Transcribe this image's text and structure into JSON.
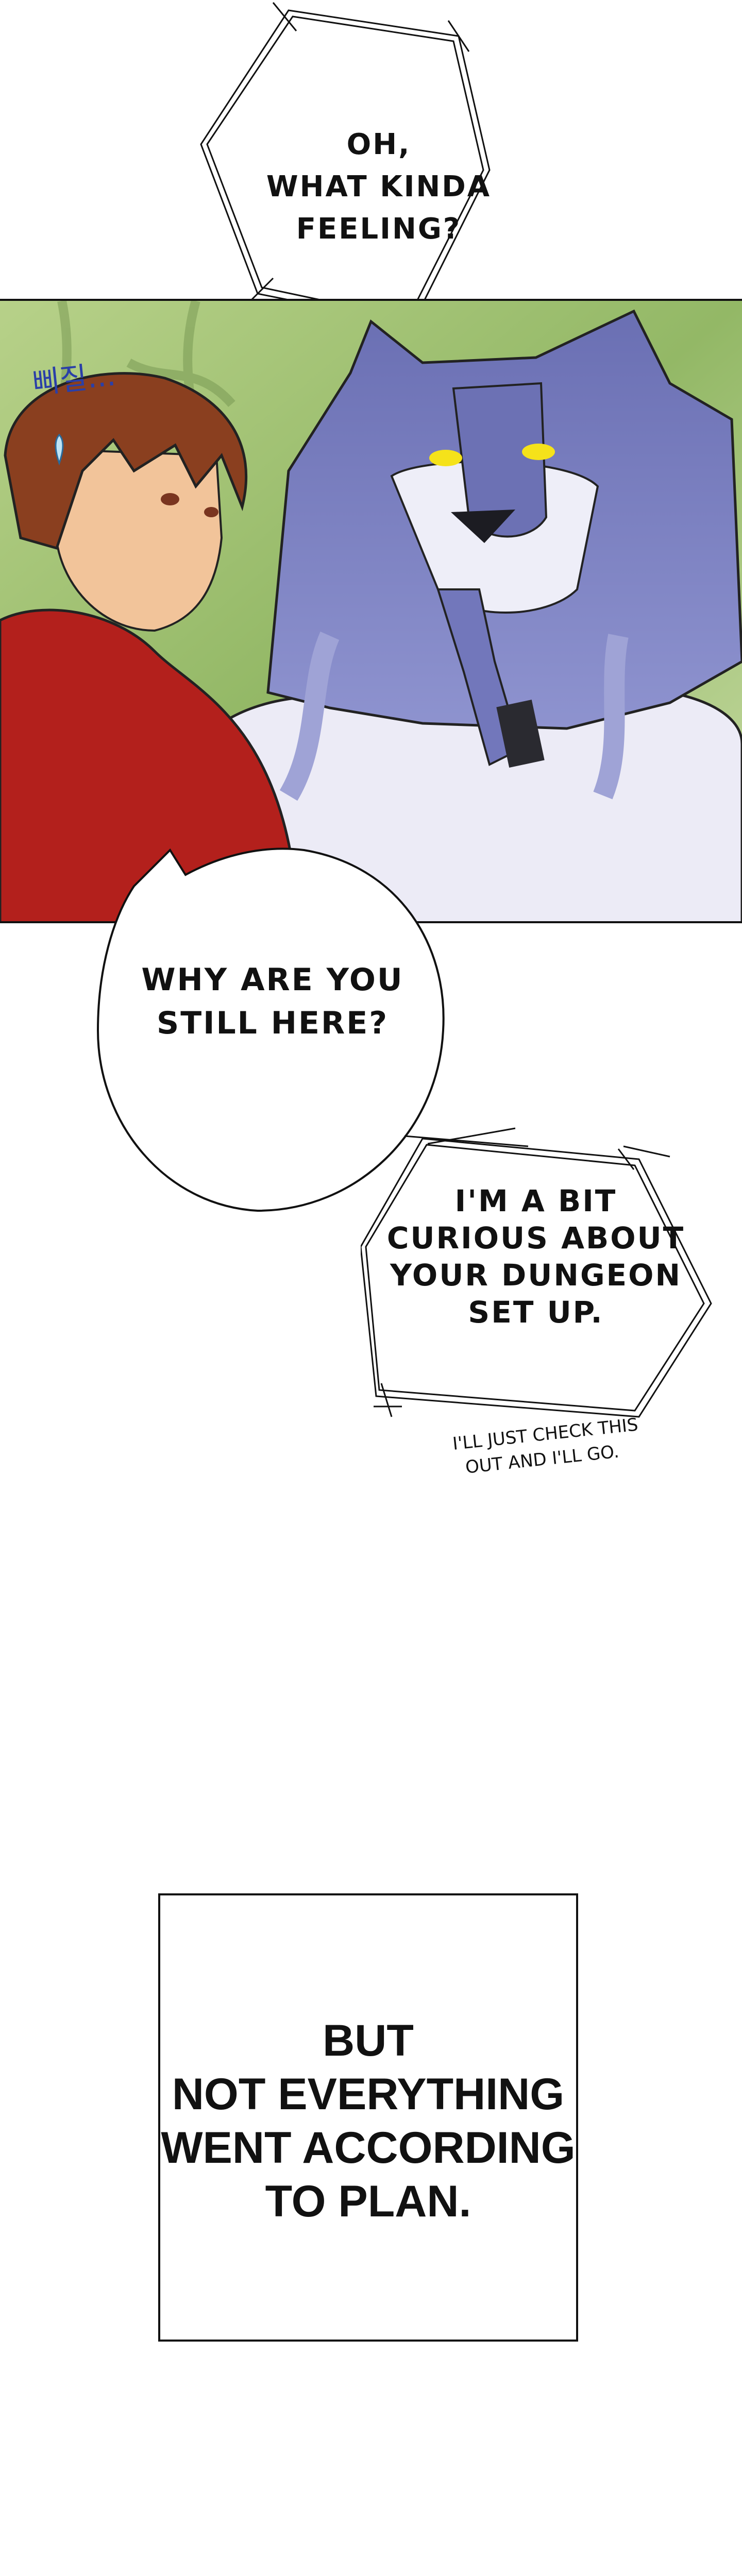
{
  "bubble_top": {
    "lines": [
      "OH,",
      "WHAT KINDA",
      "FEELING?"
    ]
  },
  "panel": {
    "sfx": "삐질...",
    "colors": {
      "foliage": "#a8c77a",
      "wolf_fur": "#7b80c0",
      "wolf_eyes": "#f5e21a",
      "shirt": "#b3201c",
      "hair": "#8a3f1f"
    }
  },
  "bubble_round": {
    "lines": [
      "WHY ARE YOU",
      "STILL HERE?"
    ]
  },
  "bubble_hex2": {
    "lines": [
      "I'M A BIT",
      "CURIOUS ABOUT",
      "YOUR DUNGEON",
      "SET UP."
    ],
    "aside_lines": [
      "I'LL JUST CHECK THIS",
      "OUT AND I'LL GO."
    ]
  },
  "narration": {
    "lines": [
      "BUT",
      "NOT EVERYTHING",
      "WENT ACCORDING",
      "TO PLAN."
    ]
  }
}
